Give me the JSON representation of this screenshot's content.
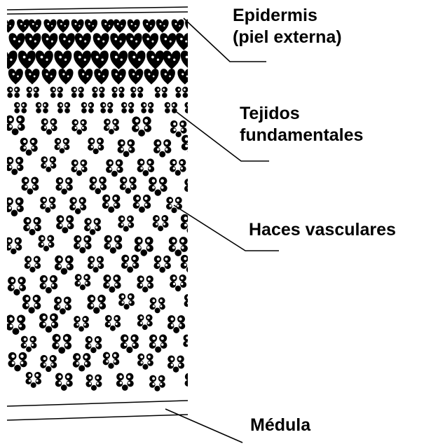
{
  "labels": {
    "epidermis": [
      "Epidermis",
      "(piel externa)"
    ],
    "tejidos": [
      "Tejidos",
      "fundamentales"
    ],
    "haces": [
      "Haces vasculares"
    ],
    "medula": [
      "Médula"
    ]
  }
}
